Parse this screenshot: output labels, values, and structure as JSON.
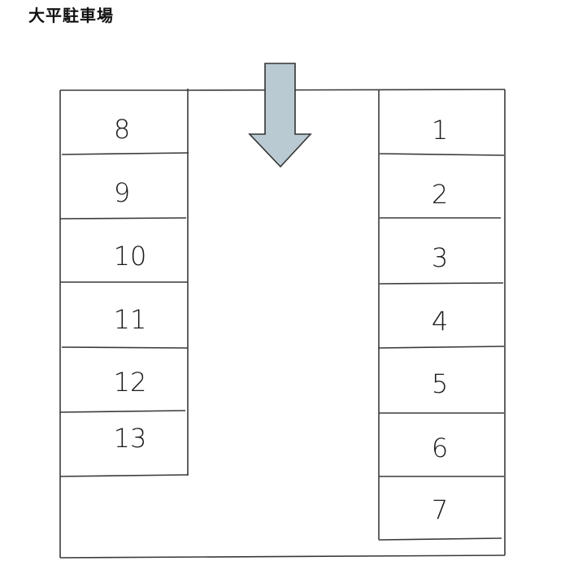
{
  "title": "大平駐車場",
  "colors": {
    "line": "#3a3a3a",
    "arrow_fill": "#b9cad3",
    "arrow_stroke": "#333333"
  },
  "left_stalls": [
    {
      "number": "8"
    },
    {
      "number": "9"
    },
    {
      "number": "10"
    },
    {
      "number": "11"
    },
    {
      "number": "12"
    },
    {
      "number": "13"
    }
  ],
  "right_stalls": [
    {
      "number": "1"
    },
    {
      "number": "2"
    },
    {
      "number": "3"
    },
    {
      "number": "4"
    },
    {
      "number": "5"
    },
    {
      "number": "6"
    },
    {
      "number": "7"
    }
  ],
  "entrance_arrow": {
    "icon": "down-arrow-icon",
    "direction": "down"
  }
}
